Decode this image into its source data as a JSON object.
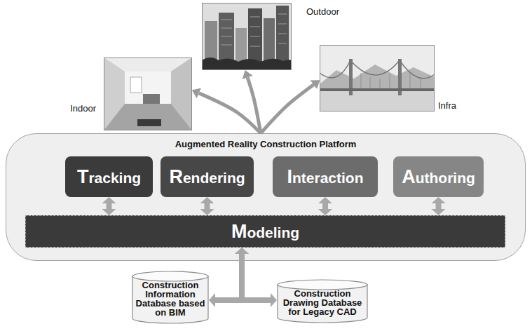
{
  "diagram": {
    "nodes": [
      {
        "text": [
          "Outdoor"
        ]
      },
      {
        "text": [
          "Indoor"
        ]
      },
      {
        "text": [
          "Infra"
        ]
      },
      {
        "text": [
          "Augmented Reality Construction Platform"
        ]
      },
      {
        "text": [
          "Tracking"
        ],
        "in": 3
      },
      {
        "text": [
          "Rendering"
        ],
        "in": 3
      },
      {
        "text": [
          "Interaction"
        ],
        "in": 3
      },
      {
        "text": [
          "Authoring"
        ],
        "in": 3
      },
      {
        "text": [
          "Modeling"
        ],
        "in": 3
      },
      {
        "text": [
          "Construction Information Database based on BIM"
        ]
      },
      {
        "text": [
          "Construction Drawing Database for Legacy CAD"
        ]
      }
    ],
    "edges": [
      {
        "from": 3,
        "to": 1,
        "arrow": "to"
      },
      {
        "from": 3,
        "to": 0,
        "arrow": "to"
      },
      {
        "from": 3,
        "to": 2,
        "arrow": "to"
      },
      {
        "from": 4,
        "to": 8,
        "arrow": "both"
      },
      {
        "from": 5,
        "to": 8,
        "arrow": "both"
      },
      {
        "from": 6,
        "to": 8,
        "arrow": "both"
      },
      {
        "from": 7,
        "to": 8,
        "arrow": "both"
      },
      {
        "from": 8,
        "to": 9,
        "arrow": "both"
      },
      {
        "from": 8,
        "to": 10,
        "arrow": "both"
      }
    ]
  }
}
